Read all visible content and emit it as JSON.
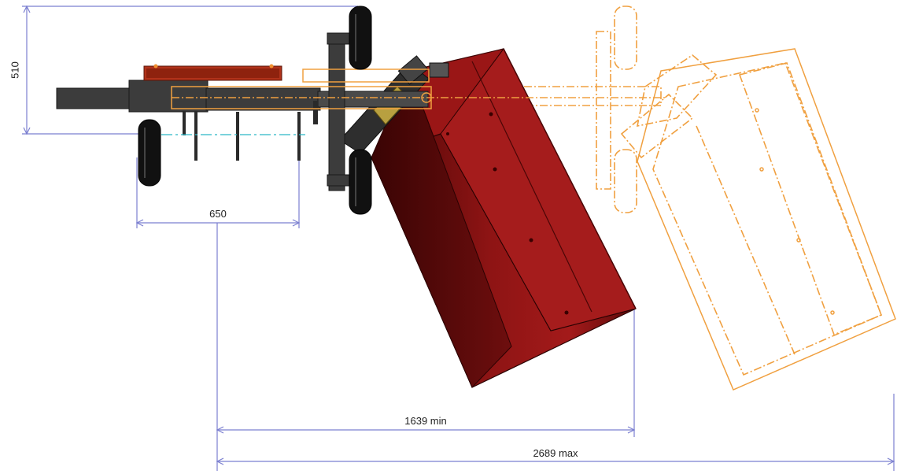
{
  "dimensions": {
    "height_label": "510",
    "width_label": "650",
    "reach_min_label": "1639 min",
    "reach_max_label": "2689 max"
  },
  "colors": {
    "dimension_line": "#7b7fd0",
    "deck_red": "#8a1212",
    "ghost_orange": "#f0a040",
    "frame_gray": "#3c3c3c"
  }
}
